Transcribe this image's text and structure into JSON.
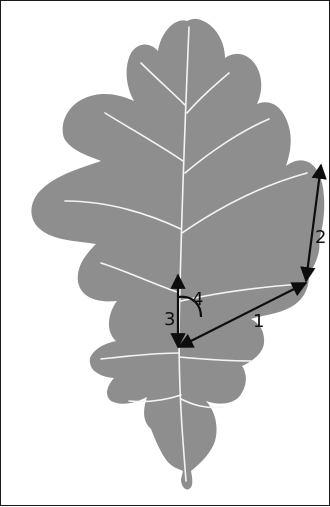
{
  "figure": {
    "background": "#ffffff",
    "leaf_color": "#8e8e8e",
    "vein_color": "#f4f4f4",
    "arrow_color": "#0d0d0d",
    "measurements": [
      {
        "id": "1",
        "label": "1"
      },
      {
        "id": "2",
        "label": "2"
      },
      {
        "id": "3",
        "label": "3"
      },
      {
        "id": "4",
        "label": "4"
      }
    ]
  }
}
